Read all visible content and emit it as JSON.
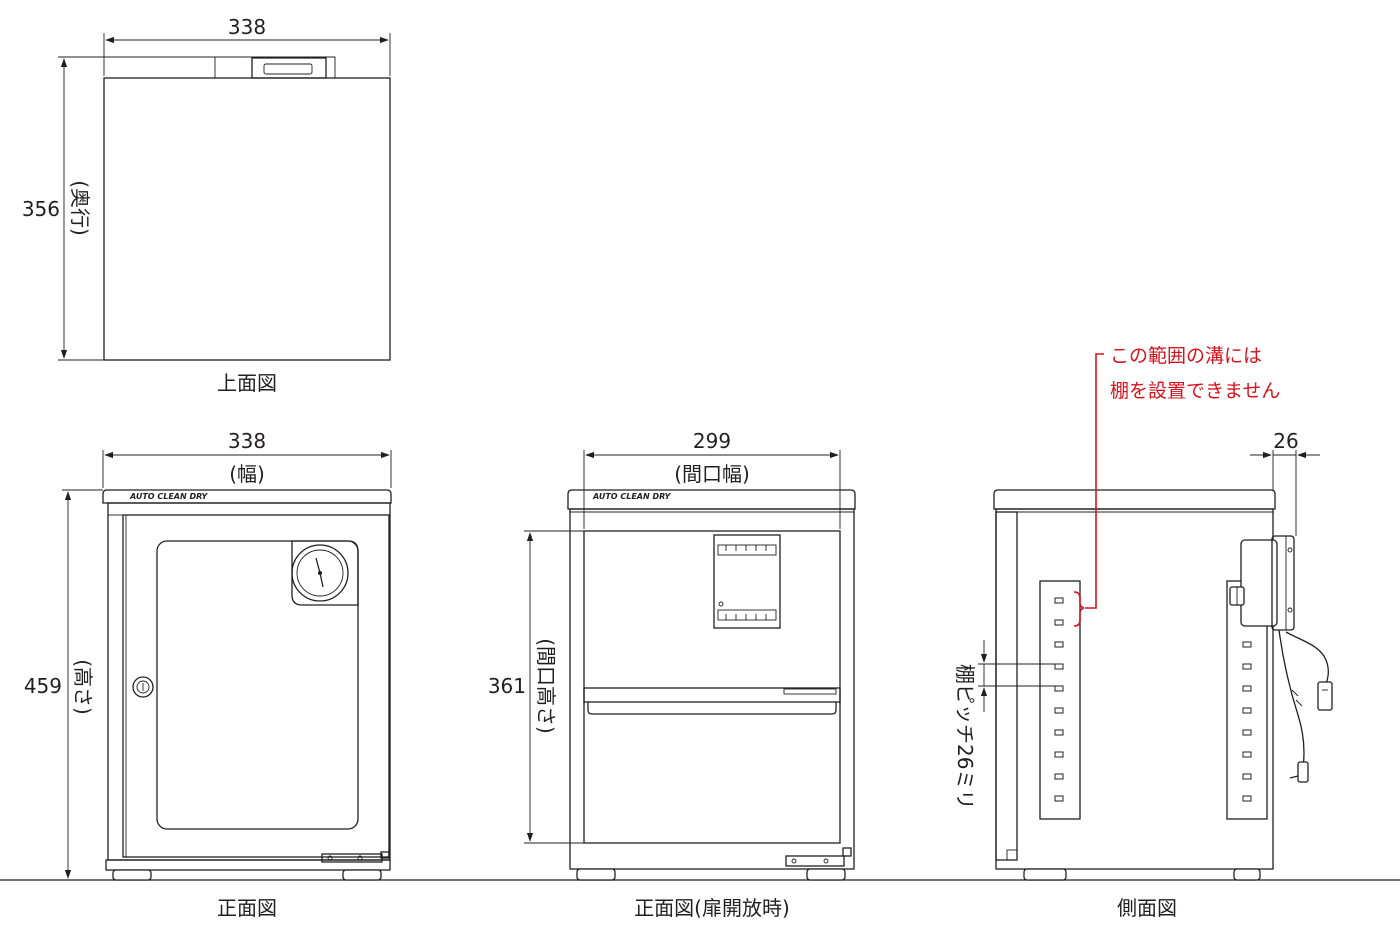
{
  "top_view": {
    "title": "上面図",
    "width_dim": "338",
    "depth_dim": "356",
    "depth_label": "(奥行)"
  },
  "front_view": {
    "title": "正面図",
    "width_dim": "338",
    "width_label": "(幅)",
    "height_dim": "459",
    "height_label": "(高さ)",
    "logo": "AUTO CLEAN DRY"
  },
  "front_open_view": {
    "title": "正面図(扉開放時)",
    "width_dim": "299",
    "width_label": "(間口幅)",
    "height_dim": "361",
    "height_label": "(間口高さ)",
    "logo": "AUTO CLEAN DRY"
  },
  "side_view": {
    "title": "側面図",
    "depth_dim": "26",
    "pitch_label": "棚ピッチ26ミリ",
    "note_line1": "この範囲の溝には",
    "note_line2": "棚を設置できません"
  },
  "colors": {
    "line": "#231f20",
    "note": "#d7141e"
  }
}
